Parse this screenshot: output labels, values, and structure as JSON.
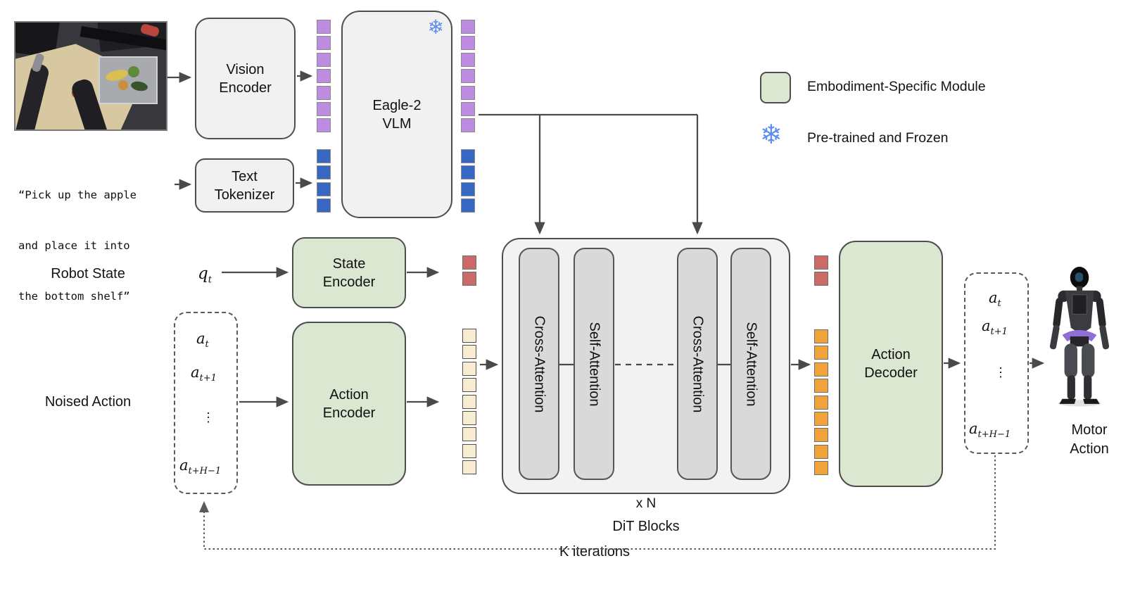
{
  "icons": {
    "snowflake": "❄"
  },
  "figure": {
    "instruction": {
      "lines": [
        "“Pick up the apple",
        "and place it into",
        "the bottom shelf”"
      ]
    },
    "modules": {
      "vision_encoder": {
        "lines": [
          "Vision",
          "Encoder"
        ]
      },
      "text_tokenizer": {
        "lines": [
          "Text",
          "Tokenizer"
        ]
      },
      "vlm": {
        "lines": [
          "Eagle-2",
          "VLM"
        ]
      },
      "state_encoder": {
        "lines": [
          "State",
          "Encoder"
        ]
      },
      "action_encoder": {
        "lines": [
          "Action",
          "Encoder"
        ]
      },
      "action_decoder": {
        "lines": [
          "Action",
          "Decoder"
        ]
      }
    },
    "dit": {
      "blocks": [
        "Cross-Attention",
        "Self-Attention",
        "Cross-Attention",
        "Self-Attention"
      ],
      "repeat": "x N",
      "caption": "DiT Blocks"
    },
    "io_labels": {
      "robot_state": "Robot State",
      "noised_action": "Noised Action",
      "motor_action": [
        "Motor",
        "Action"
      ],
      "k_iterations": "K iterations"
    },
    "math": {
      "q_t": {
        "base": "q",
        "sub": "t"
      },
      "a_t": {
        "base": "a",
        "sub": "t"
      },
      "a_t1": {
        "base": "a",
        "sub": "t+1"
      },
      "vdots": "⋮",
      "a_tH1": {
        "base": "a",
        "sub": "t+H−1"
      }
    },
    "legend": [
      {
        "type": "swatch",
        "color": "#dbe7d1",
        "label": "Embodiment-Specific Module"
      },
      {
        "type": "icon",
        "icon": "snowflake-icon",
        "color": "#5d8ef0",
        "label": "Pre-trained and Frozen"
      }
    ],
    "tokens": {
      "vision_in": {
        "count": 7,
        "color": "#bd8ce1",
        "border": "#8a8a8a"
      },
      "text_in": {
        "count": 4,
        "color": "#3767c2",
        "border": "#8a8a8a"
      },
      "vision_out": {
        "count": 7,
        "color": "#bd8ce1",
        "border": "#8a8a8a"
      },
      "text_out": {
        "count": 4,
        "color": "#3767c2",
        "border": "#8a8a8a"
      },
      "state_in_dit": {
        "count": 2,
        "color": "#cb6a67",
        "border": "#6f6f6f"
      },
      "action_in_dit": {
        "count": 9,
        "color": "#f8edd3",
        "border": "#4f4f4f"
      },
      "state_out_dit": {
        "count": 2,
        "color": "#cb6a67",
        "border": "#6f6f6f"
      },
      "action_out_dit": {
        "count": 9,
        "color": "#f0a23b",
        "border": "#6f6f6f"
      }
    }
  }
}
